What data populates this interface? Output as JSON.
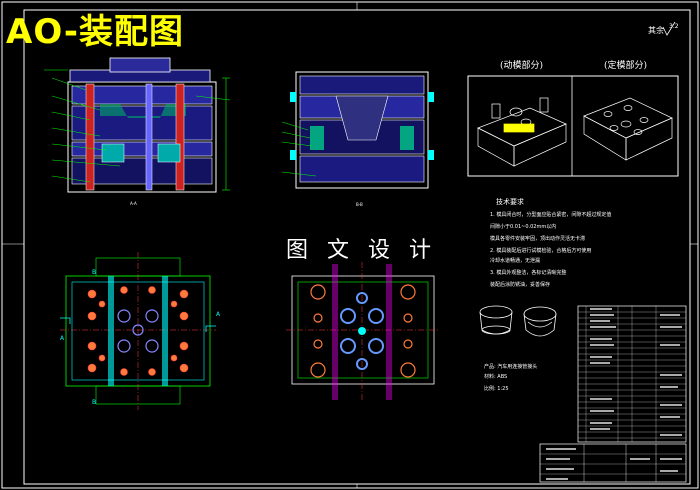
{
  "title": "AO-装配图",
  "watermark": "图 文 设 计",
  "corner_mark": "其余",
  "corner_value": "3.2",
  "views": {
    "moving_half_label": "(动模部分)",
    "fixed_half_label": "(定模部分)",
    "section_a": "A-A",
    "section_b": "B-B"
  },
  "tech_requirements": {
    "heading": "技术要求",
    "lines": [
      "1. 模具闭合时，分型面应贴合紧密，间隙不超过规定值",
      "间隙小于0.01~0.02mm以内",
      "模具各零件安装牢固，顶出动作灵活无卡滞",
      "2. 模具装配后进行试模检验，合格后方可使用",
      "冷却水道畅通，无泄漏",
      "3. 模具外观整洁，各标记清晰完整",
      "装配后涂防锈油，妥善保存"
    ]
  },
  "part_info": {
    "name_line": "产品: 汽车用连接管接头",
    "material_line": "材料: ABS",
    "scale_line": "比例: 1:25"
  },
  "colors": {
    "background": "#000000",
    "frame": "#ffffff",
    "outline": "#00ff00",
    "cyan": "#00ffff",
    "hatch": "#3f3fff",
    "magenta": "#ff00ff",
    "red": "#ff3b3b",
    "yellow": "#ffff00",
    "title": "#ffff00"
  }
}
